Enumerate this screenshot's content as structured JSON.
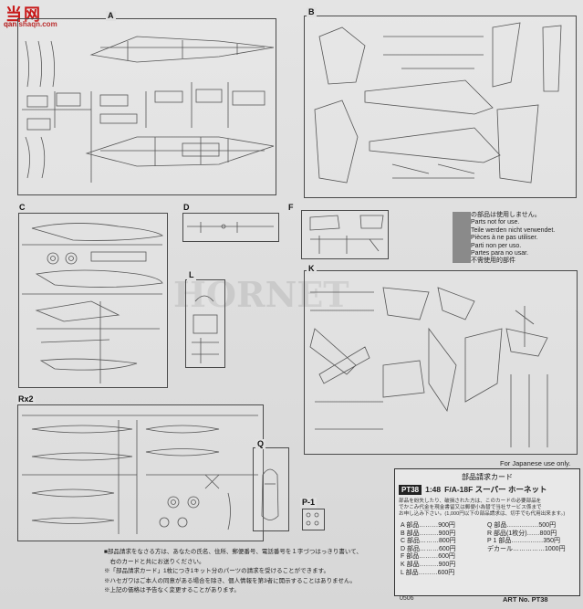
{
  "watermark": {
    "title": "当网",
    "url": "qan.shaqn.com"
  },
  "sprues": {
    "A": "A",
    "B": "B",
    "C": "C",
    "D": "D",
    "F": "F",
    "L": "L",
    "K": "K",
    "R": "R",
    "R_count": "x2",
    "Q": "Q",
    "P1": "P-1"
  },
  "unused_notes": [
    "の部品は使用しません。",
    "Parts not for use.",
    "Teile werden nicht verwendet.",
    "Pièces à ne pas utiliser.",
    "Parti non per uso.",
    "Partes para no usar.",
    "不需使用的部件"
  ],
  "japanese_use": "For Japanese use only.",
  "order_card": {
    "title": "部品請求カード",
    "code": "PT38",
    "scale": "1:48",
    "model": "F/A-18F スーパー ホーネット",
    "body": [
      "部品を紛失したり、破損された方は、このカードの必要部品を",
      "でかこみ代金を現金書留又は郵便小為替で当社サービス係まで",
      "お申し込み下さい。(1,000円以下の部品請求は、切手でも代用出来ます。)"
    ],
    "prices": [
      {
        "left": "A 部品………900円",
        "right": "Q 部品……………500円"
      },
      {
        "left": "B 部品………900円",
        "right": "R 部品(1枚分)……800円"
      },
      {
        "left": "C 部品………800円",
        "right": "P 1 部品……………350円"
      },
      {
        "left": "D 部品………600円",
        "right": "デカール……………1000円"
      },
      {
        "left": "F 部品………600円",
        "right": ""
      },
      {
        "left": "K 部品………900円",
        "right": ""
      },
      {
        "left": "L 部品………600円",
        "right": ""
      }
    ]
  },
  "footer_notes": [
    "■部品請求をなさる方は、あなたの氏名、住所、郵便番号、電話番号を１字づつはっきり書いて、",
    "　右のカードと共にお送りください。",
    "※「部品請求カード」1枚につき1キット分のパーツの請求を受けることができます。",
    "※ハセガワはご本人の同意がある場合を除き、個人情報を第3者に開示することはありません。",
    "※上記の価格は予告なく変更することがあります。"
  ],
  "art_no": "ART No. PT38",
  "print_code": "0506"
}
